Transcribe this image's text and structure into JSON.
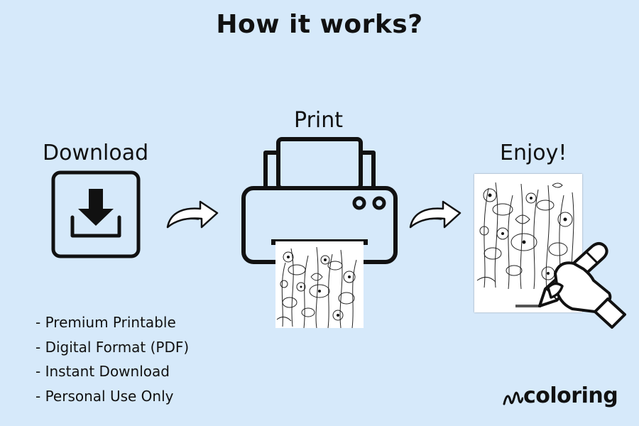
{
  "title": "How it works?",
  "steps": {
    "download": "Download",
    "print": "Print",
    "enjoy": "Enjoy!"
  },
  "features": [
    "- Premium Printable",
    "- Digital Format (PDF)",
    "- Instant Download",
    "- Personal Use Only"
  ],
  "brand": "coloring",
  "colors": {
    "background": "#d6e9fa",
    "ink": "#111111"
  }
}
